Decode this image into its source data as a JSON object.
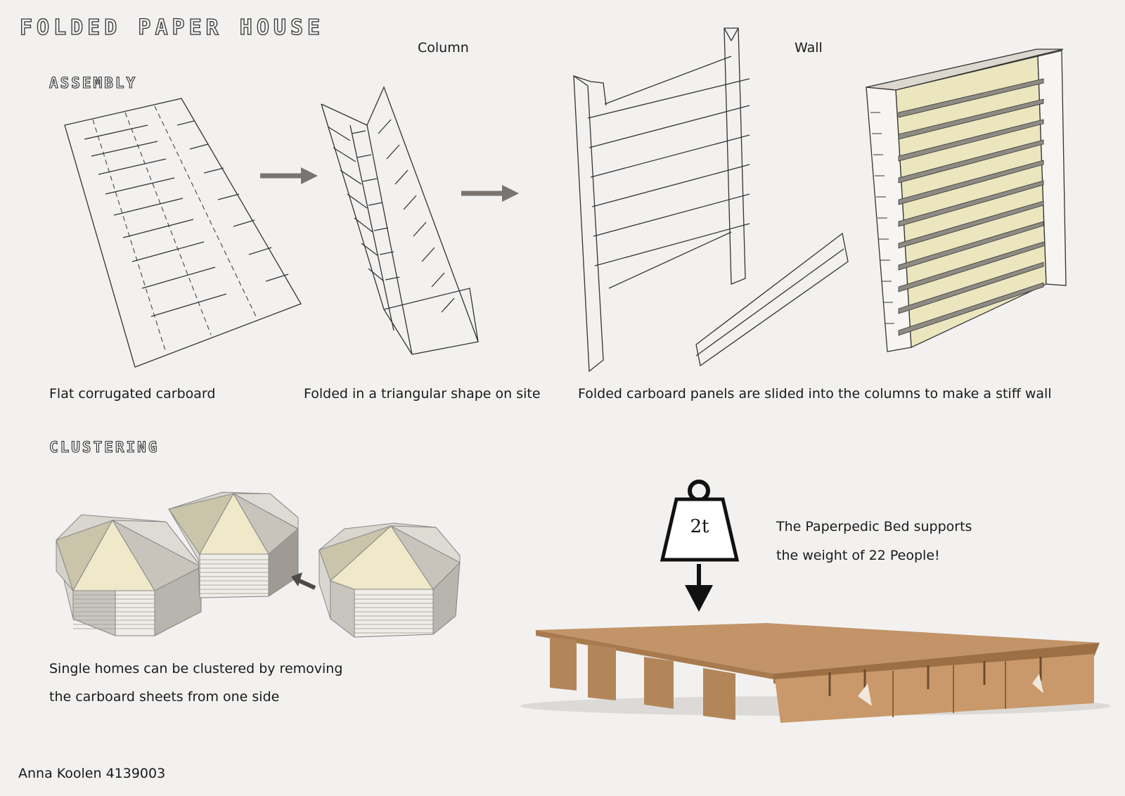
{
  "title": "FOLDED PAPER HOUSE",
  "sections": {
    "assembly": "ASSEMBLY",
    "clustering": "CLUSTERING"
  },
  "headers": {
    "column": "Column",
    "wall": "Wall"
  },
  "captions": {
    "flat": "Flat corrugated carboard",
    "folded": "Folded in a triangular shape on site",
    "panels": "Folded carboard panels are slided into the columns to make a stiff wall",
    "cluster_line1": "Single homes can be clustered by removing",
    "cluster_line2": "the carboard sheets from one side"
  },
  "weight": {
    "label": "2t",
    "text_line1": "The Paperpedic Bed supports",
    "text_line2": "the weight of 22 People!"
  },
  "author": "Anna Koolen 4139003",
  "colors": {
    "background": "#f2f1f0",
    "cardboard": "#b88a5a",
    "panel_yellow": "#ece6bf",
    "arrow_gray": "#7a7470"
  }
}
